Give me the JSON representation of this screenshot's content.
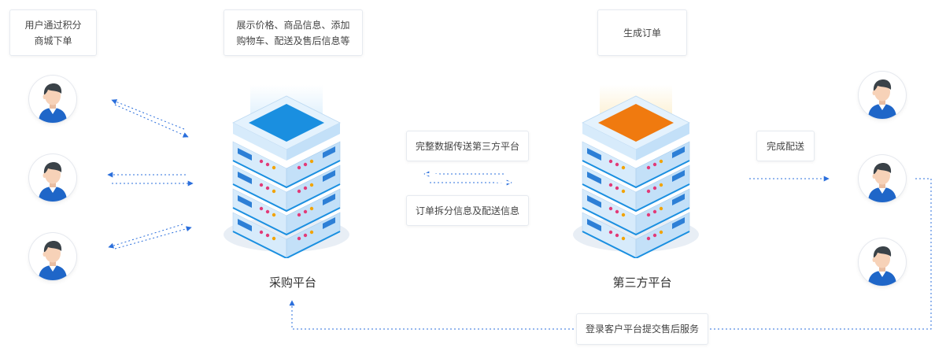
{
  "boxes": {
    "user_order": "用户通过积分商城下单",
    "display_info": "展示价格、商品信息、添加购物车、配送及售后信息等",
    "generate_order": "生成订单",
    "full_data_transfer": "完整数据传送第三方平台",
    "order_split_info": "订单拆分信息及配送信息",
    "complete_delivery": "完成配送",
    "after_sales": "登录客户平台提交售后服务"
  },
  "platforms": {
    "procurement": "采购平台",
    "third_party": "第三方平台"
  },
  "colors": {
    "arrow": "#2b6fdc",
    "procurement_top": "#1a8fe0",
    "third_party_top": "#f07a0f",
    "avatar_shirt": "#1f66c8",
    "avatar_hair": "#3a4248",
    "avatar_skin": "#f7d2b8"
  },
  "icons": {
    "users": "user-avatar-icon",
    "servers": "server-rack-icon"
  }
}
